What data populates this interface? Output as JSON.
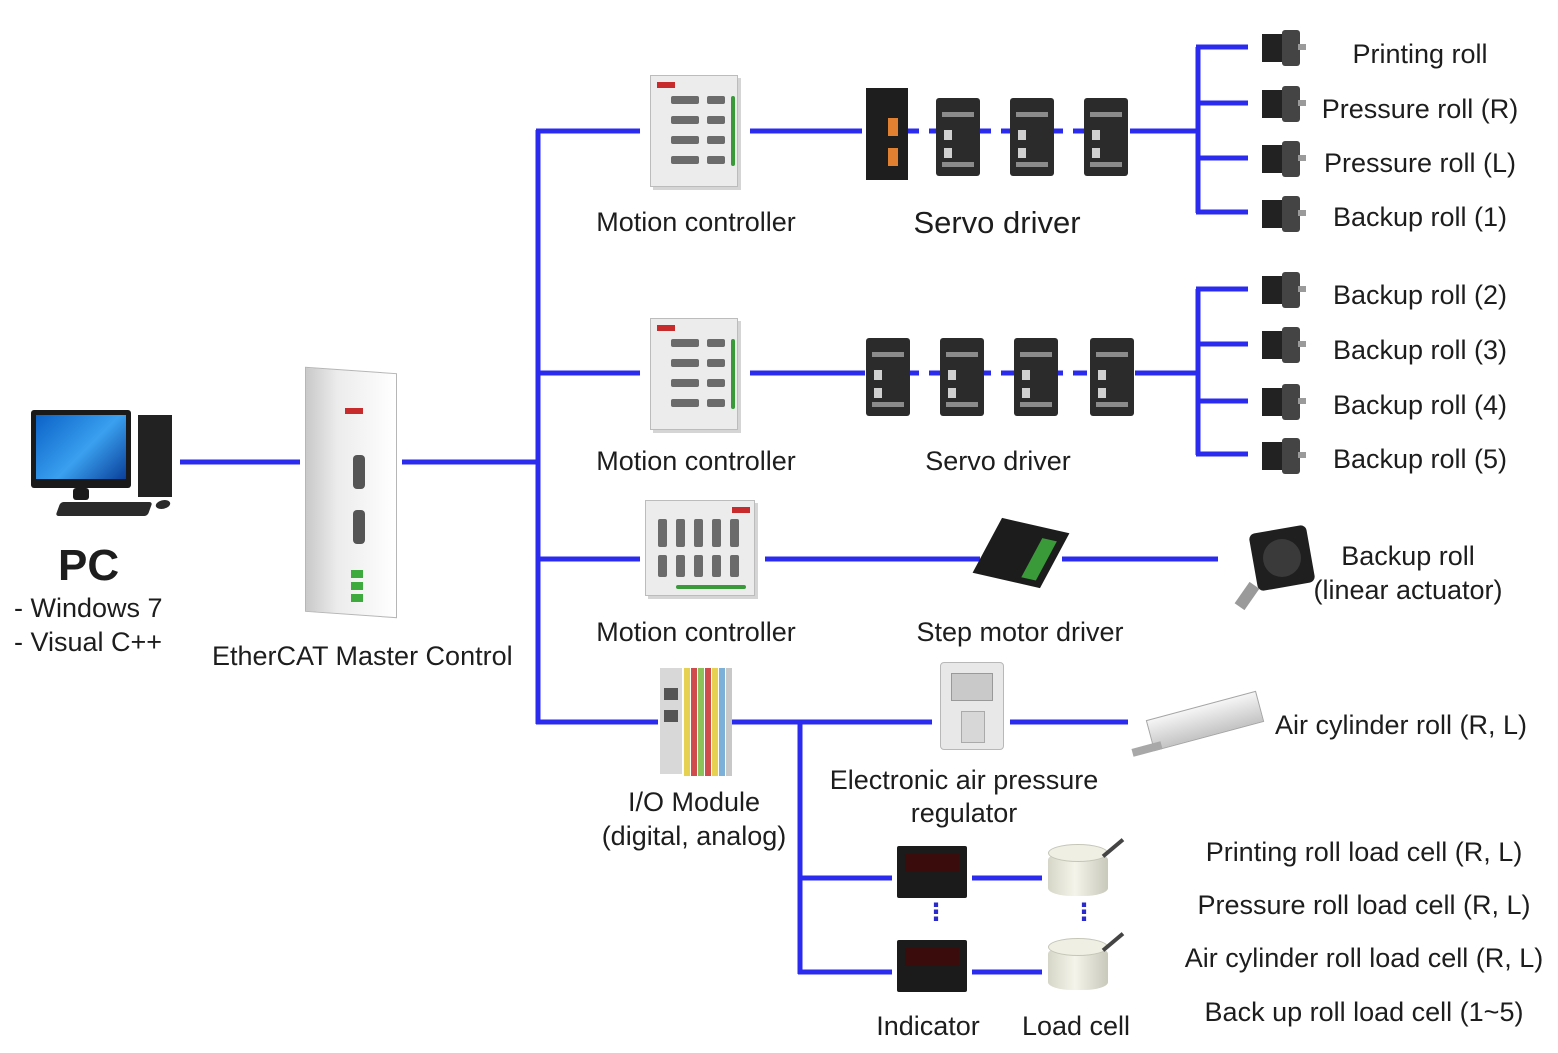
{
  "pc": {
    "title": "PC",
    "details": [
      "- Windows 7",
      "- Visual C++"
    ]
  },
  "master": {
    "label": "EtherCAT Master Control"
  },
  "motion_controllers": [
    {
      "label": "Motion controller"
    },
    {
      "label": "Motion controller"
    },
    {
      "label": "Motion controller"
    }
  ],
  "io_module": {
    "label_line1": "I/O Module",
    "label_line2": "(digital, analog)"
  },
  "servo_drivers": [
    {
      "label": "Servo driver"
    },
    {
      "label": "Servo driver"
    }
  ],
  "step_motor_driver": {
    "label": "Step motor driver"
  },
  "regulator": {
    "label_line1": "Electronic air pressure",
    "label_line2": "regulator"
  },
  "indicator": {
    "label": "Indicator"
  },
  "load_cell": {
    "label": "Load cell"
  },
  "rolls_group1": [
    "Printing roll",
    "Pressure roll (R)",
    "Pressure roll (L)",
    "Backup roll (1)"
  ],
  "rolls_group2": [
    "Backup roll (2)",
    "Backup roll (3)",
    "Backup roll (4)",
    "Backup roll (5)"
  ],
  "linear_roll": {
    "label_line1": "Backup roll",
    "label_line2": "(linear actuator)"
  },
  "air_cylinder": {
    "label": "Air cylinder roll (R, L)"
  },
  "load_cells_list": [
    "Printing roll load cell (R, L)",
    "Pressure roll load cell (R, L)",
    "Air cylinder roll load cell (R, L)",
    "Back up roll load cell (1~5)"
  ],
  "colors": {
    "connection": "#2b2bf0",
    "text": "#1d1d1d"
  },
  "icons": [
    "desktop-pc-icon",
    "ethercat-master-icon",
    "motion-controller-icon",
    "servo-driver-icon",
    "servo-motor-icon",
    "step-driver-icon",
    "linear-actuator-icon",
    "io-module-icon",
    "air-regulator-icon",
    "air-cylinder-icon",
    "indicator-icon",
    "load-cell-icon"
  ]
}
